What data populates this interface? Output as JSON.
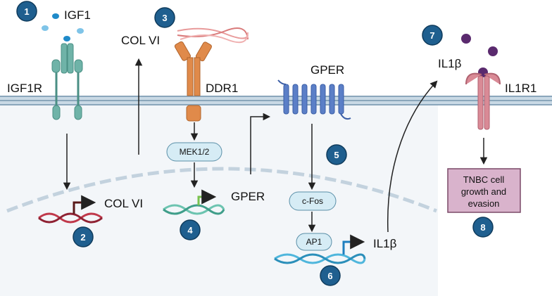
{
  "labels": {
    "igf1": "IGF1",
    "igf1r": "IGF1R",
    "col6_top": "COL VI",
    "col6_nucleus": "COL VI",
    "ddr1": "DDR1",
    "mek": "MEK1/2",
    "gper_membrane": "GPER",
    "gper_nucleus": "GPER",
    "cfos": "c-Fos",
    "ap1": "AP1",
    "il1b_top": "IL1β",
    "il1b_nucleus": "IL1β",
    "il1r1": "IL1R1",
    "outcome_line1": "TNBC cell",
    "outcome_line2": "growth and",
    "outcome_line3": "evasion"
  },
  "steps": [
    "1",
    "2",
    "3",
    "4",
    "5",
    "6",
    "7",
    "8"
  ],
  "colors": {
    "badge": "#1f5f8f",
    "igf1r": "#6fb3a8",
    "ddr1": "#e08a4a",
    "gper": "#5b7fc7",
    "il1r1": "#d98a96",
    "il1b_ligand": "#5a2a6e",
    "outcome_box": "#d9b3cc",
    "dna_red": "#c0394b",
    "dna_teal": "#6cc4b0",
    "dna_cyan": "#4fb6dc",
    "membrane": "#9fb8c9",
    "cytoplasm": "#f3f6f9"
  }
}
